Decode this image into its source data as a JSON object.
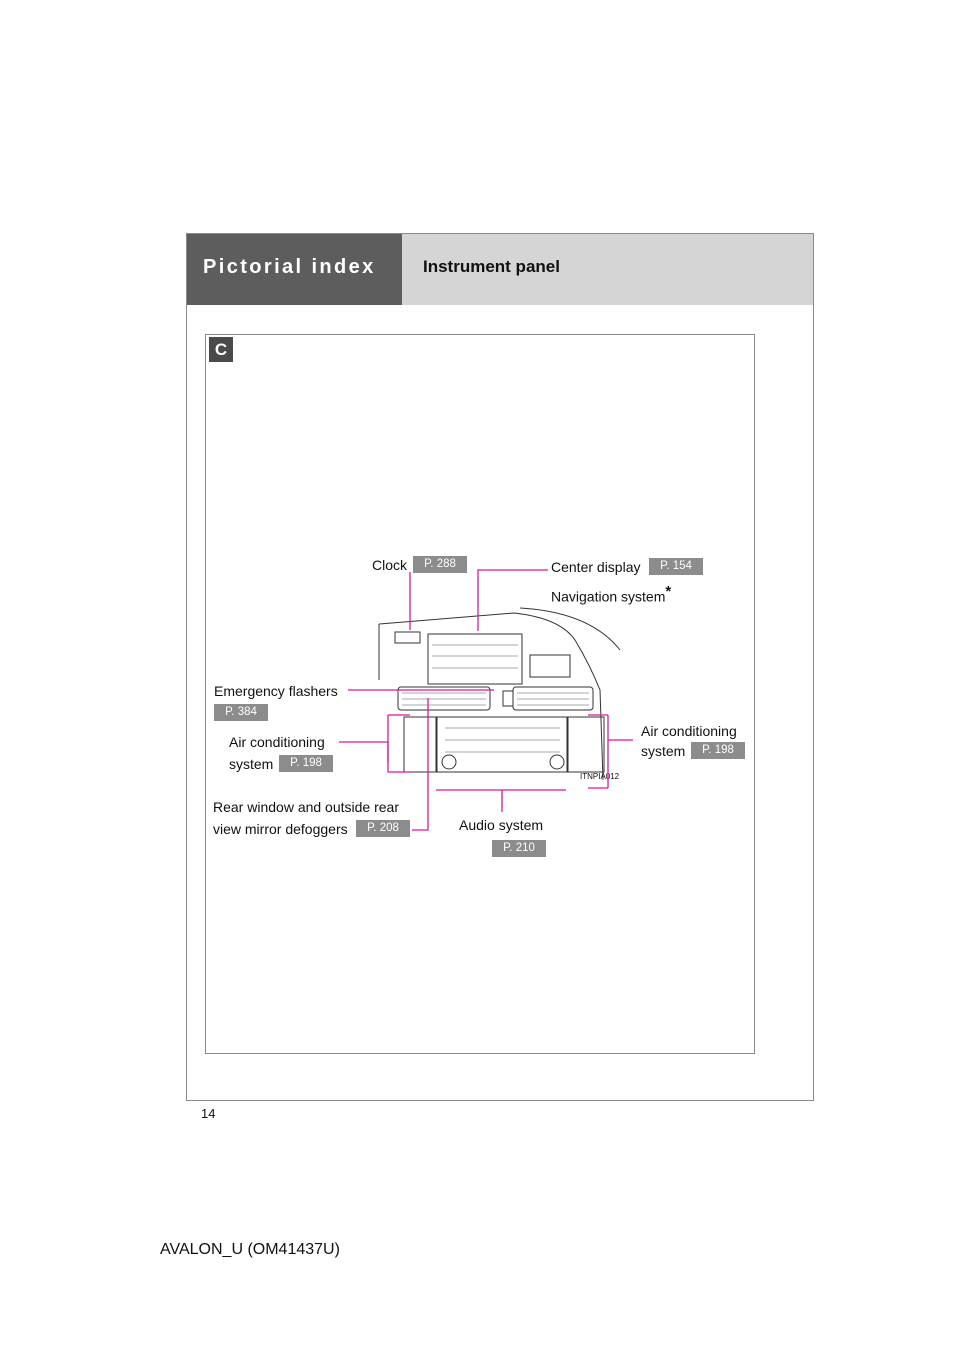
{
  "header": {
    "section": "Pictorial index",
    "title": "Instrument panel"
  },
  "panel_letter": "C",
  "figure_code": "ITNPIA012",
  "callouts": {
    "clock": {
      "label": "Clock",
      "page": "P. 288"
    },
    "center_display": {
      "label": "Center display",
      "page": "P. 154",
      "sub": "Navigation system",
      "mark": "*"
    },
    "emergency": {
      "label": "Emergency flashers",
      "page": "P. 384"
    },
    "ac_left": {
      "line1": "Air conditioning",
      "line2": "system",
      "page": "P. 198"
    },
    "ac_right": {
      "line1": "Air conditioning",
      "line2": "system",
      "page": "P. 198"
    },
    "defog": {
      "line1": "Rear window and outside rear",
      "line2": "view mirror defoggers",
      "page": "P. 208"
    },
    "audio": {
      "label": "Audio system",
      "page": "P. 210"
    }
  },
  "page_number": "14",
  "footer": "AVALON_U (OM41437U)",
  "colors": {
    "callout_line": "#e0169a",
    "header_dark": "#5d5d5d",
    "header_light": "#d5d5d5",
    "page_tag": "#8c8c8c"
  }
}
